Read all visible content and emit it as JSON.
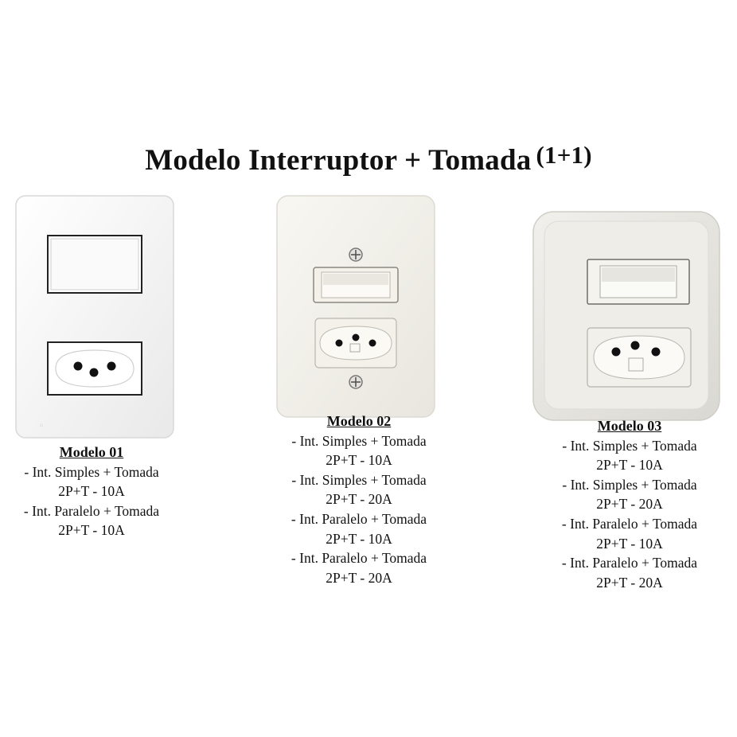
{
  "title": {
    "main": "Modelo Interruptor + Tomada",
    "suffix": "(1+1)"
  },
  "models": [
    {
      "name": "Modelo 01",
      "lines": [
        "- Int. Simples + Tomada",
        "2P+T - 10A",
        "- Int. Paralelo + Tomada",
        "2P+T - 10A"
      ]
    },
    {
      "name": "Modelo 02",
      "lines": [
        "- Int. Simples + Tomada",
        "2P+T - 10A",
        "- Int. Simples + Tomada",
        "2P+T - 20A",
        "- Int. Paralelo + Tomada",
        "2P+T - 10A",
        "- Int. Paralelo + Tomada",
        "2P+T - 20A"
      ]
    },
    {
      "name": "Modelo 03",
      "lines": [
        "- Int. Simples + Tomada",
        "2P+T - 10A",
        "- Int. Simples + Tomada",
        "2P+T - 20A",
        "- Int. Paralelo + Tomada",
        "2P+T - 10A",
        "- Int. Paralelo + Tomada",
        "2P+T - 20A"
      ]
    }
  ],
  "colors": {
    "plate": "#f7f7f5",
    "plate_cream": "#f1efe8",
    "plate_box": "#ebebe6",
    "hole": "#111111"
  },
  "icons": [
    "light-switch-icon",
    "power-outlet-icon",
    "screw-icon"
  ]
}
